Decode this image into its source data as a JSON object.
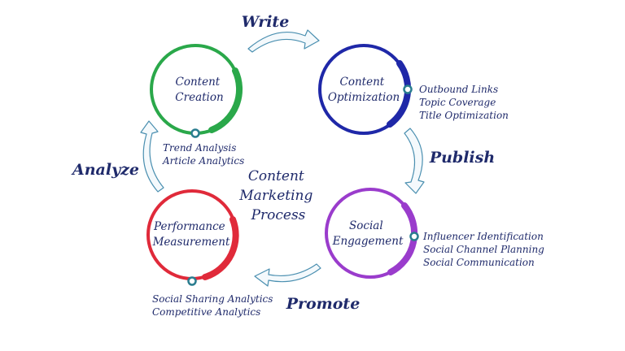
{
  "title": [
    "Content",
    "Marketing",
    "Process"
  ],
  "colors": {
    "text": "#1f2a6b",
    "creation": "#2aa84a",
    "optimization": "#1f28a8",
    "engagement": "#9a3ccc",
    "performance": "#e02a3a",
    "arrow_fill": "#f4f9fc",
    "arrow_stroke": "#4a8fb0",
    "dot": "#2a7d8f"
  },
  "nodes": {
    "creation": {
      "lines": [
        "Content",
        "Creation"
      ],
      "details": [
        "Trend Analysis",
        "Article Analytics"
      ]
    },
    "optimization": {
      "lines": [
        "Content",
        "Optimization"
      ],
      "details": [
        "Outbound Links",
        "Topic Coverage",
        "Title Optimization"
      ]
    },
    "engagement": {
      "lines": [
        "Social",
        "Engagement"
      ],
      "details": [
        "Influencer Identification",
        "Social Channel Planning",
        "Social Communication"
      ]
    },
    "performance": {
      "lines": [
        "Performance",
        "Measurement"
      ],
      "details": [
        "Social Sharing Analytics",
        "Competitive Analytics"
      ]
    }
  },
  "steps": {
    "write": "Write",
    "publish": "Publish",
    "promote": "Promote",
    "analyze": "Analyze"
  }
}
